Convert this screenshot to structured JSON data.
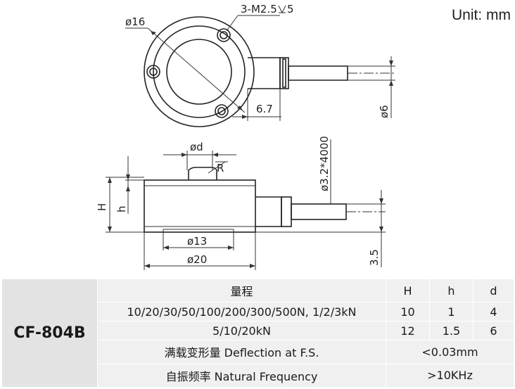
{
  "header": {
    "unit_label": "Unit: mm"
  },
  "drawing": {
    "top_view": {
      "outer_diameter": "ø16",
      "thread_note": "3-M2.5",
      "thread_depth": "5",
      "cable_offset": "6.7",
      "cable_diameter": "ø6"
    },
    "side_view": {
      "top_diameter": "ød",
      "radius": "R",
      "height_H": "H",
      "height_h": "h",
      "cable_spec": "ø3.2*4000",
      "bottom_diameter": "ø13",
      "body_diameter": "ø20",
      "cable_height": "3.5"
    }
  },
  "spec_table": {
    "model": "CF-804B",
    "header": {
      "range": "量程",
      "H": "H",
      "h": "h",
      "d": "d"
    },
    "rows": [
      {
        "range": "10/20/30/50/100/200/300/500N, 1/2/3kN",
        "H": "10",
        "h": "1",
        "d": "4"
      },
      {
        "range": "5/10/20kN",
        "H": "12",
        "h": "1.5",
        "d": "6"
      }
    ],
    "deflection": {
      "label": "满载变形量 Deflection at F.S.",
      "value": "<0.03mm"
    },
    "frequency": {
      "label": "自振频率 Natural Frequency",
      "value": ">10KHz"
    }
  }
}
